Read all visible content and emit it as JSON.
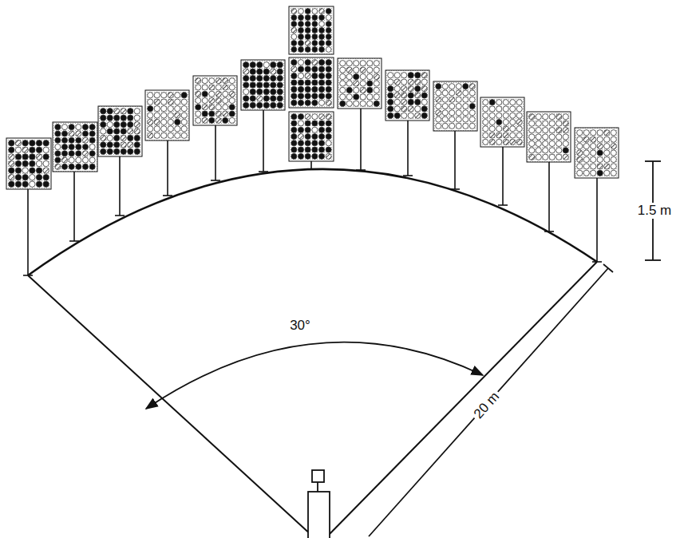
{
  "diagram": {
    "labels": [
      "30°",
      "20 m",
      "1.5 m"
    ]
  }
}
